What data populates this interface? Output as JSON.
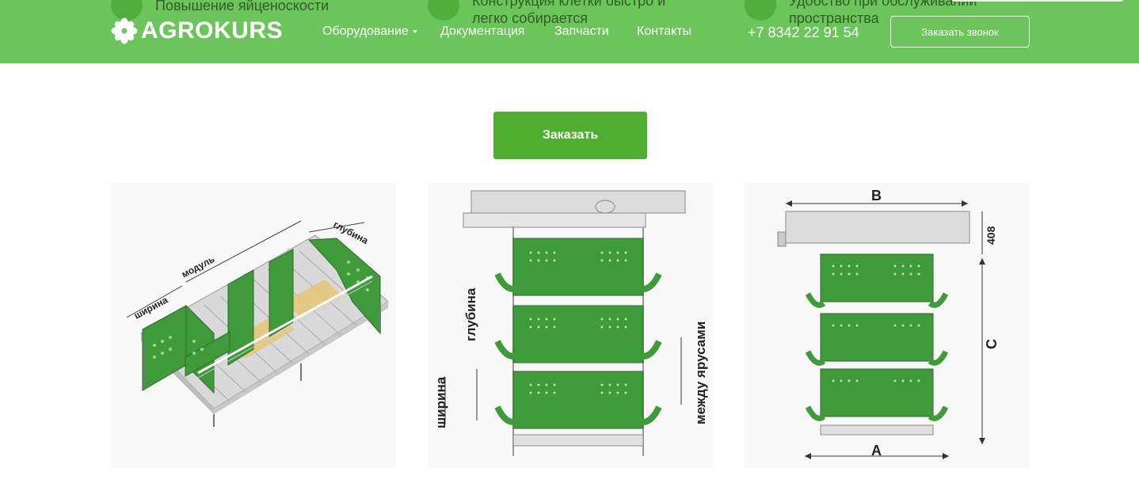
{
  "behind_features": [
    {
      "text_line1": "Повышение яйценоскости",
      "text_line2": ""
    },
    {
      "text_line1": "Конструкция клетки быстро и",
      "text_line2": "легко собирается"
    },
    {
      "text_line1": "Удобство при обслуживании",
      "text_line2": "пространства"
    }
  ],
  "header": {
    "logo_text": "AGROKURS",
    "nav": [
      "Оборудование",
      "Документация",
      "Запчасти",
      "Контакты"
    ],
    "phone": "+7 8342 22 91 54",
    "callback_label": "Заказать звонок"
  },
  "order_label": "Заказать",
  "diagram1": {
    "modul": "модуль",
    "glubina": "глубина",
    "shirina": "ширина"
  },
  "diagram2": {
    "glubina": "глубина",
    "shirina": "ширина",
    "mezhdu": "между ярусами"
  },
  "diagram3": {
    "b": "B",
    "a": "A",
    "c": "C",
    "h408": "408"
  },
  "colors": {
    "header": "#6cc55a",
    "button": "#4fad2f",
    "cage": "#3f9a3a"
  }
}
